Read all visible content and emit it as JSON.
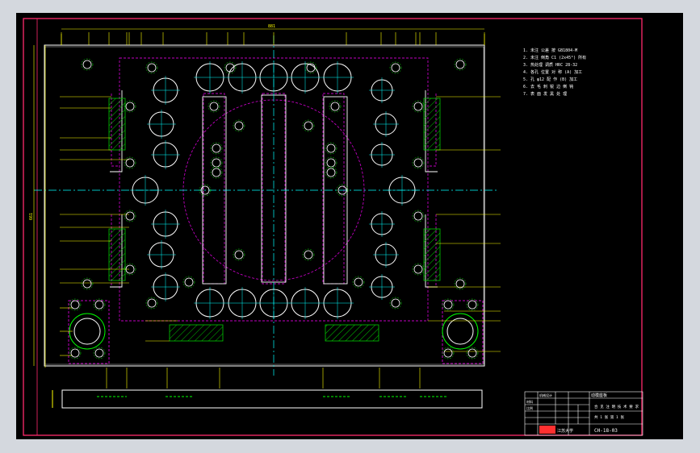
{
  "window": {
    "background": "#d4d8de",
    "canvas_color": "#000000"
  },
  "colors": {
    "border": "#ff2a6d",
    "outline": "#ffffff",
    "dimension": "#ffff00",
    "centerline": "#00ffff",
    "hidden": "#c000c0",
    "hatch": "#00c800",
    "hole_center": "#00ff00"
  },
  "drawing": {
    "dimension_top": "881",
    "dimension_left": "661",
    "drawing_number": "CH-18-03"
  },
  "title_block": {
    "material_label": "材料",
    "scale_label": "比例",
    "drawing_name": "动模座板",
    "school": "机械设计",
    "company": "江苏大学",
    "part_ref": "合 见 注 明 技 术 要 求",
    "sheet": "共 1 张 第 1 张",
    "code": "CH-18-03"
  },
  "notes_lines": [
    "1. 未注 公差 按 GB1804-M",
    "2. 未注 倒角 C1 (2x45°) 所有",
    "3. 热处理 调质 HRC 28-32",
    "4. 各孔 位置 对 称 (A) 加工",
    "5. 孔 φ12 配 作 (B) 加工",
    "6. 去 毛 刺 锐 边 倒 钝",
    "7. 表 面 发 黑 处 理"
  ]
}
